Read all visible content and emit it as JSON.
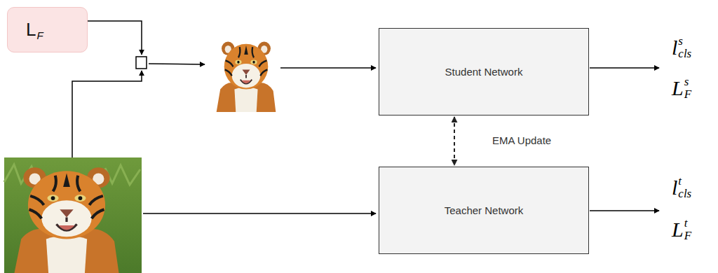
{
  "diagram": {
    "nodes": [
      {
        "text": [
          "L",
          "F"
        ]
      },
      {
        "text": [
          "Student Network"
        ]
      },
      {
        "text": [
          "Teacher Network"
        ]
      }
    ],
    "edges": [
      {
        "from": 1,
        "to": 2,
        "arrow": "both",
        "label": "EMA Update"
      }
    ],
    "labels": [
      "l",
      "s",
      "cls",
      "L",
      "s",
      "F",
      "l",
      "t",
      "cls",
      "L",
      "t",
      "F"
    ]
  }
}
